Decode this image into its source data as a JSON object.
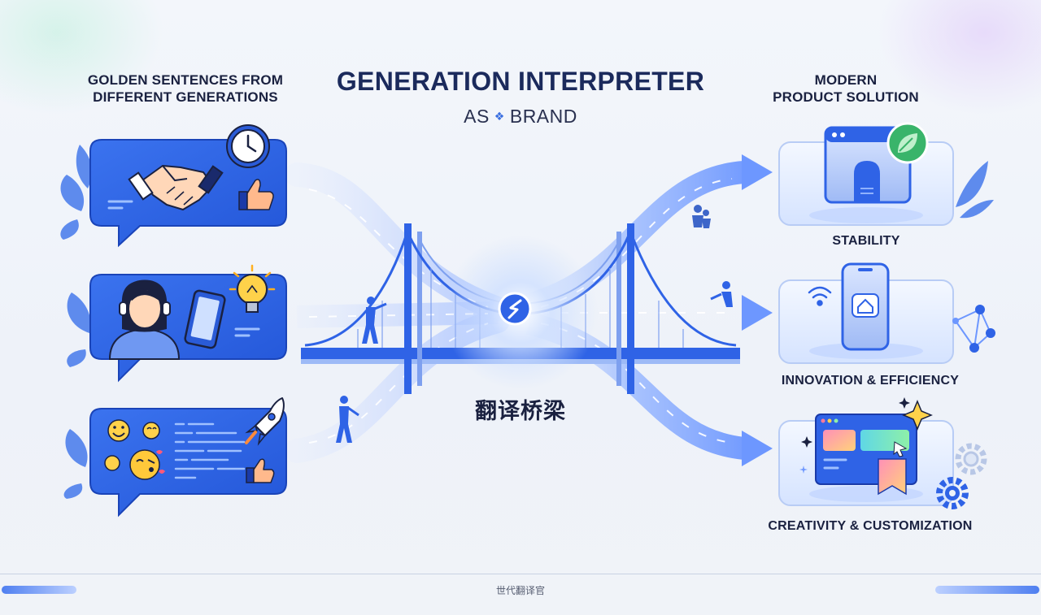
{
  "title": "GENERATION INTERPRETER",
  "subtitle": {
    "prefix": "AS",
    "suffix": "BRAND"
  },
  "left_heading": "GOLDEN SENTENCES FROM\nDIFFERENT GENERATIONS",
  "right_heading": "MODERN\nPRODUCT SOLUTION",
  "center_label": "翻译桥梁",
  "left_cards": [
    {
      "name": "handshake-card",
      "icons": [
        "handshake-icon",
        "clock-icon",
        "thumbs-up-icon"
      ]
    },
    {
      "name": "headset-card",
      "icons": [
        "headset-person-icon",
        "smartphone-icon",
        "lightbulb-icon"
      ]
    },
    {
      "name": "emoji-card",
      "icons": [
        "emoji-icon",
        "rocket-icon",
        "thumbs-up-icon"
      ]
    }
  ],
  "pillars": [
    {
      "label": "STABILITY",
      "icon": "browser-shield-icon"
    },
    {
      "label": "INNOVATION & EFFICIENCY",
      "icon": "smartphone-home-icon"
    },
    {
      "label": "CREATIVITY & CUSTOMIZATION",
      "icon": "design-window-icon"
    }
  ],
  "footer_text": "世代翻译官",
  "colors": {
    "primary": "#2f63e6",
    "dark_text": "#1a2140",
    "title": "#1b2a5c",
    "light_blue": "#dbe7ff"
  }
}
